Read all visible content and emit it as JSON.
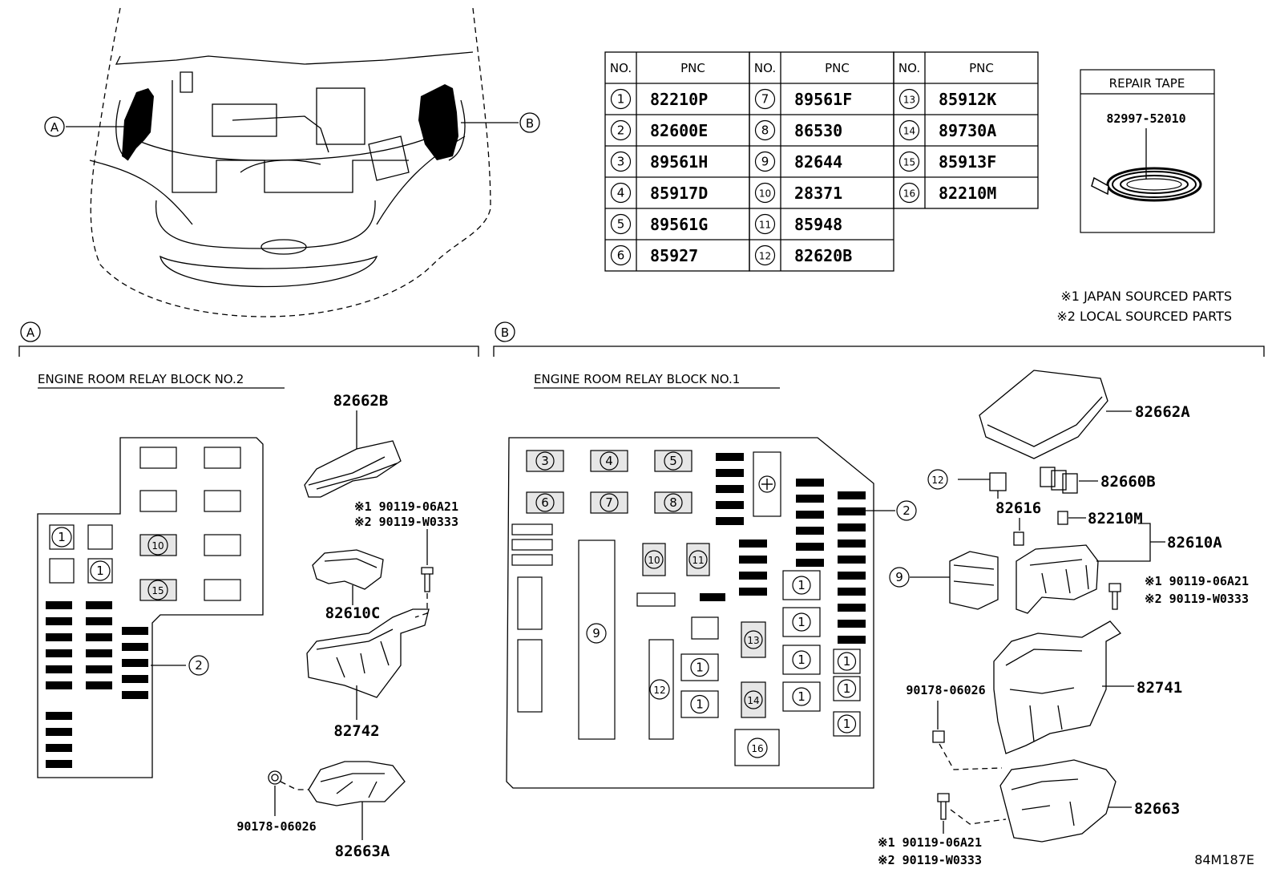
{
  "table": {
    "headers": [
      "NO.",
      "PNC"
    ],
    "rows": [
      {
        "no": "1",
        "pnc": "82210P"
      },
      {
        "no": "2",
        "pnc": "82600E"
      },
      {
        "no": "3",
        "pnc": "89561H"
      },
      {
        "no": "4",
        "pnc": "85917D"
      },
      {
        "no": "5",
        "pnc": "89561G"
      },
      {
        "no": "6",
        "pnc": "85927"
      },
      {
        "no": "7",
        "pnc": "89561F"
      },
      {
        "no": "8",
        "pnc": "86530"
      },
      {
        "no": "9",
        "pnc": "82644"
      },
      {
        "no": "10",
        "pnc": "28371"
      },
      {
        "no": "11",
        "pnc": "85948"
      },
      {
        "no": "12",
        "pnc": "82620B"
      },
      {
        "no": "13",
        "pnc": "85912K"
      },
      {
        "no": "14",
        "pnc": "89730A"
      },
      {
        "no": "15",
        "pnc": "85913F"
      },
      {
        "no": "16",
        "pnc": "82210M"
      }
    ]
  },
  "repair_tape": {
    "title": "REPAIR TAPE",
    "part": "82997-52010"
  },
  "notes": [
    "※1 JAPAN SOURCED PARTS",
    "※2 LOCAL SOURCED PARTS"
  ],
  "sections": {
    "a": {
      "marker": "A",
      "title": "ENGINE ROOM RELAY BLOCK NO.2"
    },
    "b": {
      "marker": "B",
      "title": "ENGINE ROOM RELAY BLOCK NO.1"
    }
  },
  "parts_a": {
    "cover": "82662B",
    "bolt1": "※1 90119-06A21",
    "bolt2": "※2 90119-W0333",
    "bracket": "82610C",
    "case": "82742",
    "clip": "90178-06026",
    "lower": "82663A"
  },
  "parts_b": {
    "cover": "82662A",
    "relay": "82660B",
    "part_82616": "82616",
    "part_82210m": "82210M",
    "block": "82610A",
    "bolt1": "※1 90119-06A21",
    "bolt2": "※2 90119-W0333",
    "case": "82741",
    "clip": "90178-06026",
    "lower": "82663",
    "bot_bolt1": "※1 90119-06A21",
    "bot_bolt2": "※2 90119-W0333"
  },
  "diagram_id": "84M187E"
}
